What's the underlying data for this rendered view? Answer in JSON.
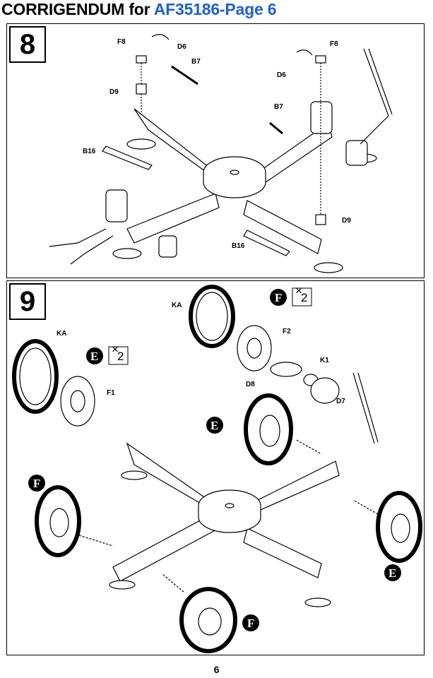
{
  "header": {
    "title_prefix": "CORRIGENDUM for ",
    "title_ref": "AF35186-Page 6"
  },
  "steps": [
    {
      "number": "8",
      "parts": [
        "F8",
        "D6",
        "B7",
        "D9",
        "B16",
        "F8",
        "D6",
        "B7",
        "D9",
        "B16"
      ]
    },
    {
      "number": "9",
      "sub_e": {
        "badge": "E",
        "multiplier": "2",
        "parts": [
          "KA",
          "F1"
        ]
      },
      "sub_f": {
        "badge": "F",
        "multiplier": "2",
        "parts": [
          "KA",
          "F2",
          "K1",
          "D8",
          "D7"
        ]
      },
      "callouts": [
        "E",
        "F",
        "E",
        "F"
      ]
    }
  ],
  "footer": {
    "page_number": "6"
  }
}
